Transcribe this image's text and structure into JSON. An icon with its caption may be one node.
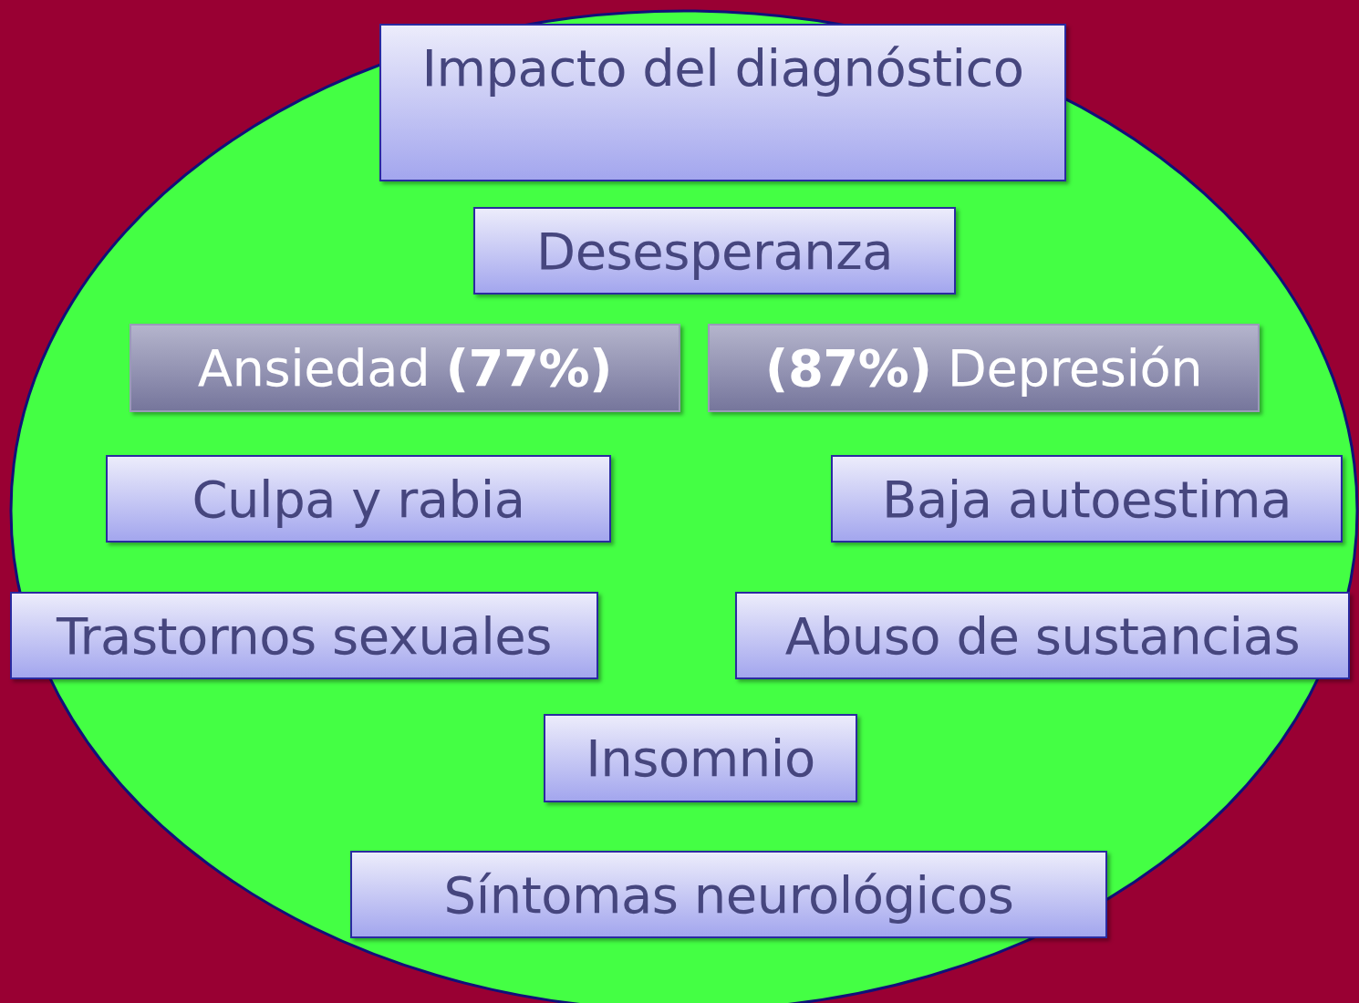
{
  "diagram": {
    "nodes": [
      {
        "text": [
          "Impacto del diagnóstico"
        ]
      },
      {
        "text": [
          "Desesperanza"
        ]
      },
      {
        "text": [
          "Ansiedad **(77%)**"
        ]
      },
      {
        "text": [
          "**(87%)** Depresión"
        ]
      },
      {
        "text": [
          "Culpa y rabia"
        ]
      },
      {
        "text": [
          "Baja autoestima"
        ]
      },
      {
        "text": [
          "Trastornos sexuales"
        ]
      },
      {
        "text": [
          "Abuso de sustancias"
        ]
      },
      {
        "text": [
          "Insomnio"
        ]
      },
      {
        "text": [
          "Síntomas neurológicos"
        ]
      }
    ]
  }
}
